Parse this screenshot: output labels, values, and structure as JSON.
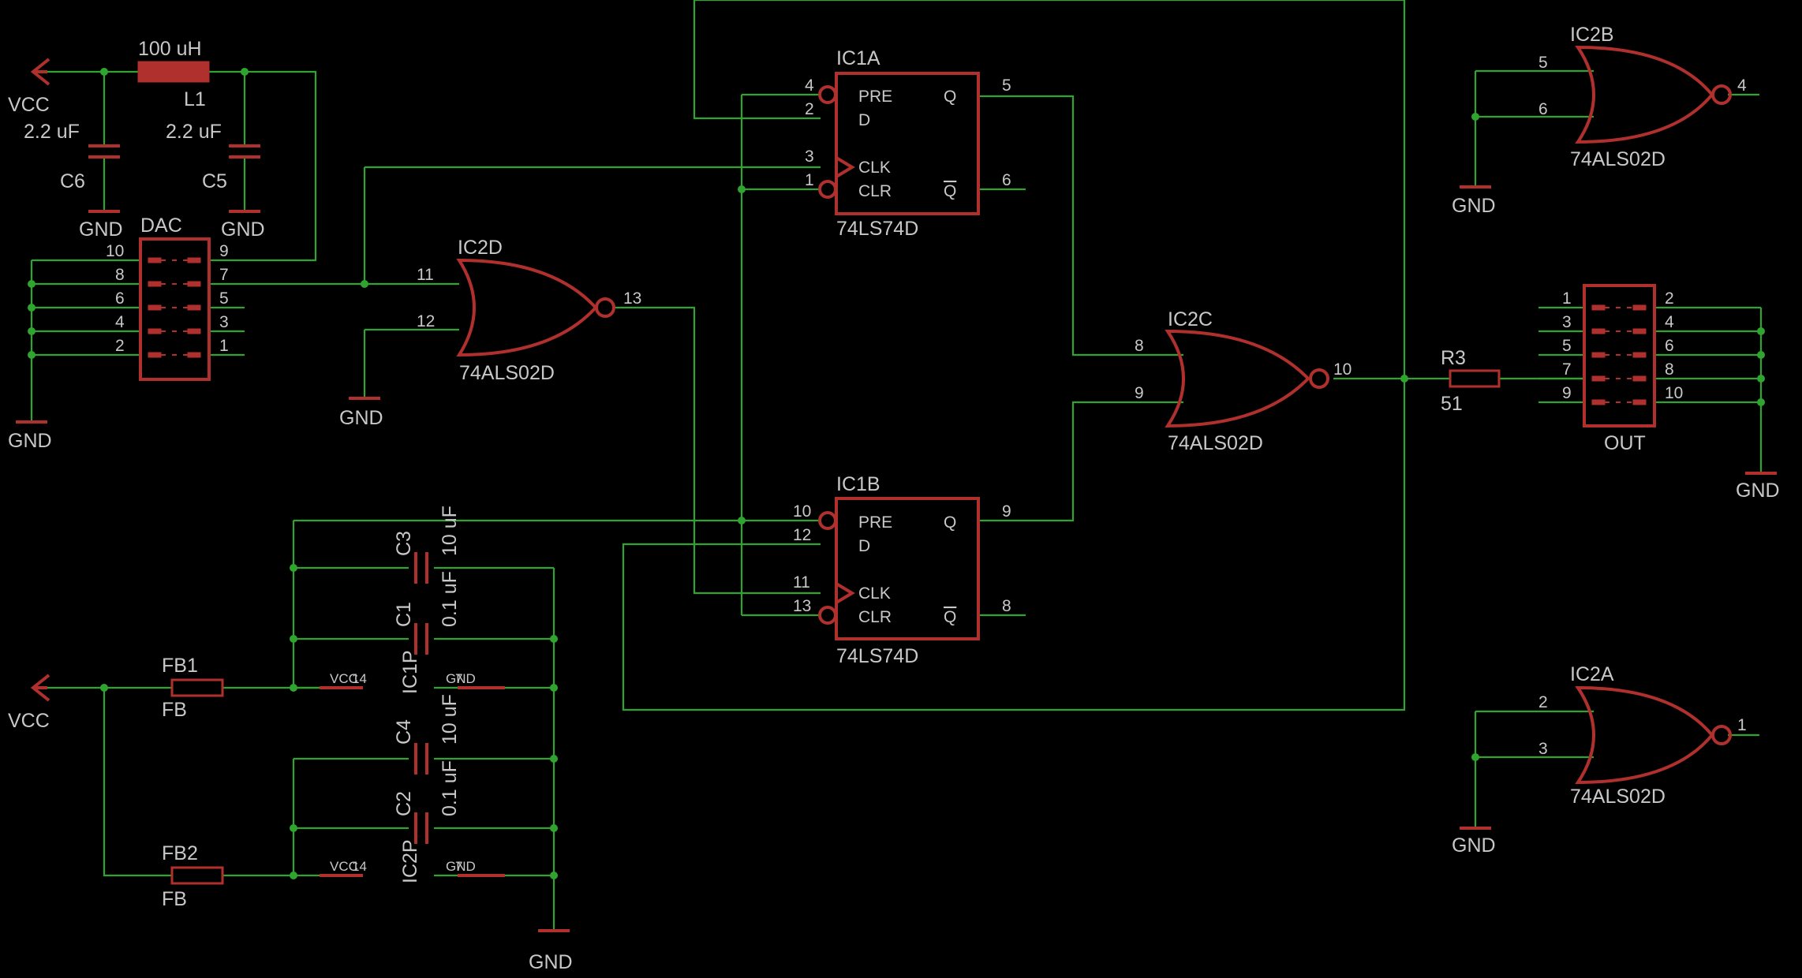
{
  "power": {
    "vcc": "VCC",
    "gnd": "GND",
    "vcc_small": "VCC"
  },
  "inductor": {
    "name": "L1",
    "value": "100 uH"
  },
  "caps": {
    "c6": {
      "name": "C6",
      "value": "2.2 uF"
    },
    "c5": {
      "name": "C5",
      "value": "2.2 uF"
    },
    "c3": {
      "name": "C3",
      "value": "10 uF"
    },
    "c1": {
      "name": "C1",
      "value": "0.1 uF"
    },
    "c4": {
      "name": "C4",
      "value": "10 uF"
    },
    "c2": {
      "name": "C2",
      "value": "0.1 uF"
    }
  },
  "ferrites": {
    "fb1": {
      "name": "FB1",
      "value": "FB"
    },
    "fb2": {
      "name": "FB2",
      "value": "FB"
    }
  },
  "power_pins": {
    "ic1p": "IC1P",
    "ic2p": "IC2P",
    "vcc_pin": "14",
    "gnd_pin": "7"
  },
  "dac": {
    "name": "DAC",
    "pins_left": [
      "10",
      "8",
      "6",
      "4",
      "2"
    ],
    "pins_right": [
      "9",
      "7",
      "5",
      "3",
      "1"
    ]
  },
  "out": {
    "name": "OUT",
    "pins_left": [
      "1",
      "3",
      "5",
      "7",
      "9"
    ],
    "pins_right": [
      "2",
      "4",
      "6",
      "8",
      "10"
    ]
  },
  "r3": {
    "name": "R3",
    "value": "51"
  },
  "ic1a": {
    "name": "IC1A",
    "part": "74LS74D",
    "labels": {
      "pre": "PRE",
      "d": "D",
      "clk": "CLK",
      "clr": "CLR",
      "q": "Q",
      "qbar": "Q"
    },
    "pins": {
      "pre": "4",
      "d": "2",
      "clk": "3",
      "clr": "1",
      "q": "5",
      "qbar": "6"
    }
  },
  "ic1b": {
    "name": "IC1B",
    "part": "74LS74D",
    "labels": {
      "pre": "PRE",
      "d": "D",
      "clk": "CLK",
      "clr": "CLR",
      "q": "Q",
      "qbar": "Q"
    },
    "pins": {
      "pre": "10",
      "d": "12",
      "clk": "11",
      "clr": "13",
      "q": "9",
      "qbar": "8"
    }
  },
  "ic2d": {
    "name": "IC2D",
    "part": "74ALS02D",
    "pins": {
      "a": "11",
      "b": "12",
      "y": "13"
    }
  },
  "ic2c": {
    "name": "IC2C",
    "part": "74ALS02D",
    "pins": {
      "a": "8",
      "b": "9",
      "y": "10"
    }
  },
  "ic2b": {
    "name": "IC2B",
    "part": "74ALS02D",
    "pins": {
      "a": "5",
      "b": "6",
      "y": "4"
    }
  },
  "ic2a": {
    "name": "IC2A",
    "part": "74ALS02D",
    "pins": {
      "a": "2",
      "b": "3",
      "y": "1"
    }
  }
}
